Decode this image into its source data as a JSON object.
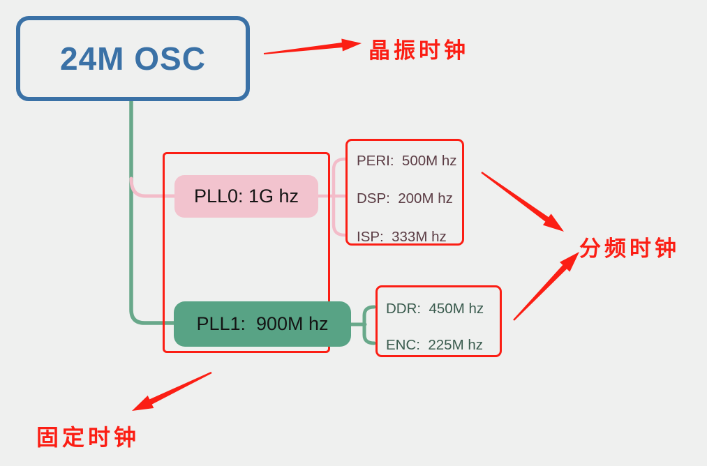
{
  "root": {
    "label": "24M OSC"
  },
  "pll0": {
    "label": "PLL0: 1G hz"
  },
  "pll1": {
    "label": "PLL1:  900M hz"
  },
  "pll0_children": [
    {
      "label": "PERI:  500M hz"
    },
    {
      "label": "DSP:  200M hz"
    },
    {
      "label": "ISP:  333M hz"
    }
  ],
  "pll1_children": [
    {
      "label": "DDR:  450M hz"
    },
    {
      "label": "ENC:  225M hz"
    }
  ],
  "annotations": {
    "crystal_clock": "晶振时钟",
    "divided_clock": "分频时钟",
    "fixed_clock": "固定时钟"
  },
  "colors": {
    "background": "#eff0ef",
    "root_blue": "#3a71a6",
    "pll0_pink_fill": "#f2c3ce",
    "pll1_green_fill": "#58a385",
    "connector_green": "#68a88a",
    "connector_pink": "#f3bcc9",
    "annotation_red": "#fb1e14",
    "pll0_child_text": "#5b3c44",
    "pll1_child_text": "#3a5b4e"
  }
}
